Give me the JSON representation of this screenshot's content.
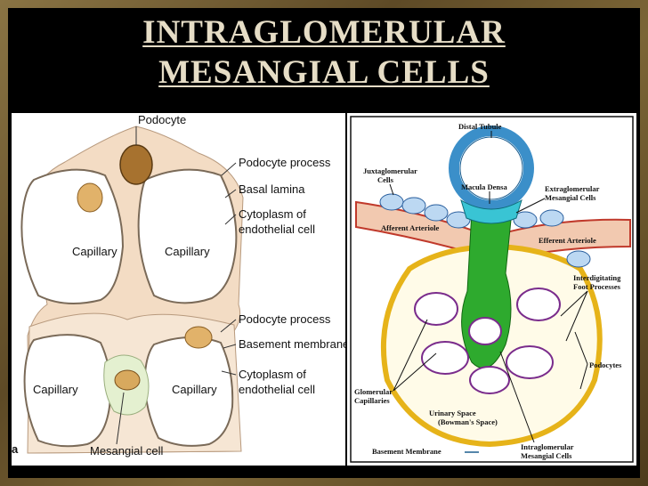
{
  "slide": {
    "title_line1": "INTRAGLOMERULAR",
    "title_line2": "MESANGIAL CELLS"
  },
  "left_diagram": {
    "panel_letter": "a",
    "labels": {
      "podocyte": "Podocyte",
      "podocyte_process_1": "Podocyte process",
      "basal_lamina": "Basal lamina",
      "cytoplasm_1_line1": "Cytoplasm of",
      "cytoplasm_1_line2": "endothelial cell",
      "capillary_tl": "Capillary",
      "capillary_tr": "Capillary",
      "podocyte_process_2": "Podocyte process",
      "basement_membrane": "Basement membrane",
      "cytoplasm_2_line1": "Cytoplasm of",
      "cytoplasm_2_line2": "endothelial cell",
      "capillary_bl": "Capillary",
      "capillary_br": "Capillary",
      "mesangial_cell": "Mesangial cell"
    }
  },
  "right_diagram": {
    "labels": {
      "distal_tubule": "Distal Tubule",
      "juxtaglomerular_line1": "Juxtaglomerular",
      "juxtaglomerular_line2": "Cells",
      "macula_densa": "Macula Densa",
      "extraglomerular_line1": "Extraglomerular",
      "extraglomerular_line2": "Mesangial Cells",
      "afferent_arteriole": "Afferent Arteriole",
      "efferent_arteriole": "Efferent Arteriole",
      "interdigitating_line1": "Interdigitating",
      "interdigitating_line2": "Foot Processes",
      "podocytes": "Podocytes",
      "glomerular_line1": "Glomerular",
      "glomerular_line2": "Capillaries",
      "urinary_space_line1": "Urinary Space",
      "urinary_space_line2": "(Bowman's Space)",
      "basement_membrane": "Basement Membrane",
      "intraglomerular_line1": "Intraglomerular",
      "intraglomerular_line2": "Mesangial Cells"
    }
  }
}
